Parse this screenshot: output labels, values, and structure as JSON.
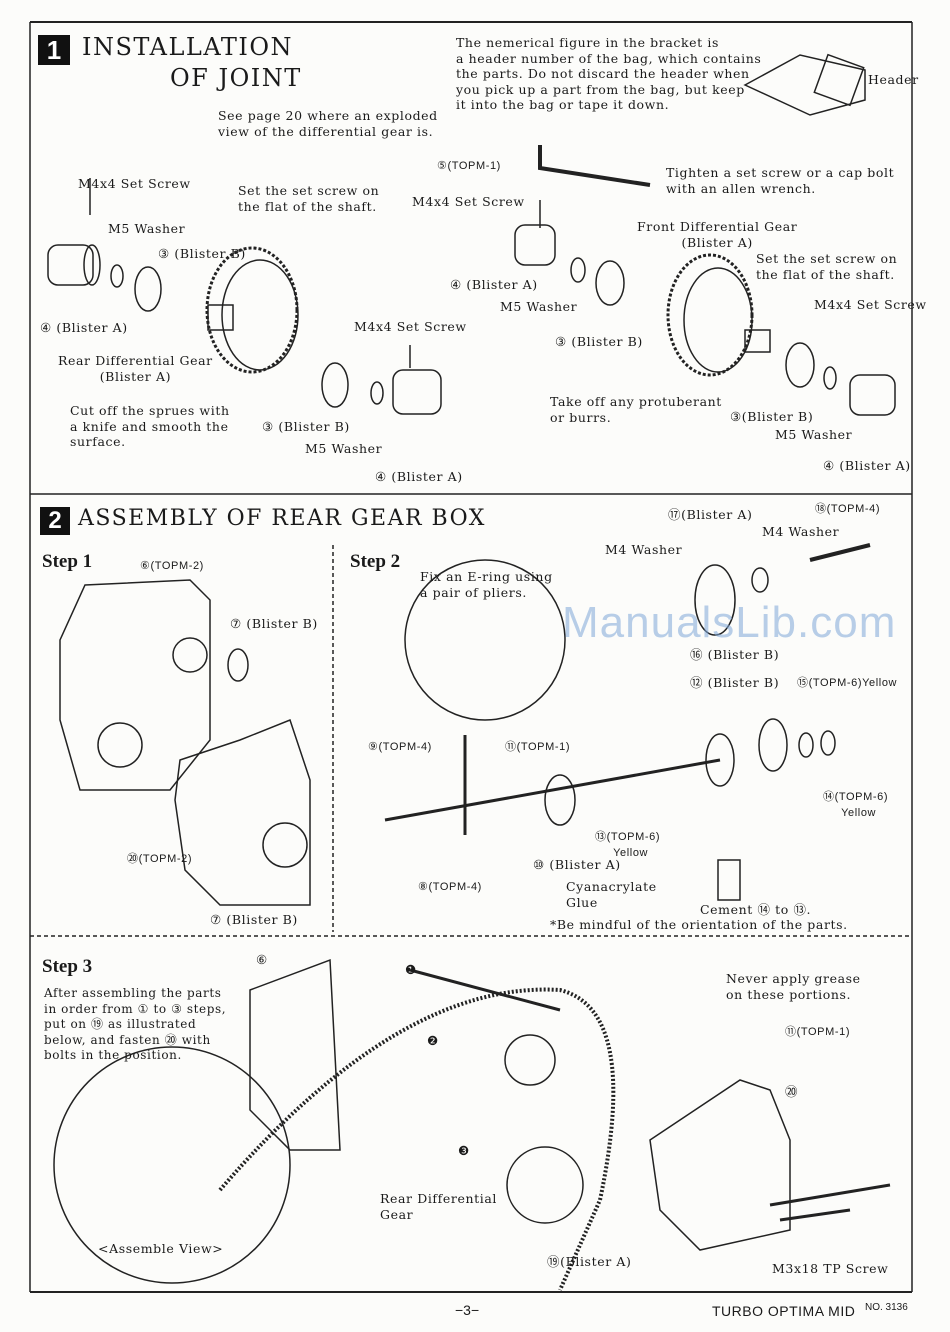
{
  "section1": {
    "number": "1",
    "title_line1": "INSTALLATION",
    "title_line2": "OF JOINT",
    "see_page_note": "See page 20 where an exploded\nview of the differential gear is.",
    "bag_note": "The nemerical figure in the bracket is\na header number of the bag, which contains\nthe parts. Do not discard the header when\nyou pick up a part from the bag, but keep\nit into the bag or tape it down.",
    "header_label": "Header",
    "wrench_label": "⑤(TOPM-1)",
    "wrench_note": "Tighten a set screw or a cap bolt\nwith an allen wrench.",
    "rear": {
      "set_screw_1": "M4x4 Set Screw",
      "set_screw_note": "Set the set screw on\nthe flat of the shaft.",
      "washer_1": "M5 Washer",
      "bearing_1": "③ (Blister B)",
      "joint_1": "④ (Blister A)",
      "gear": "Rear Differential Gear\n(Blister A)",
      "set_screw_2": "M4x4 Set Screw",
      "sprue_note": "Cut off the sprues with\na knife and smooth the\nsurface.",
      "bearing_2": "③ (Blister B)",
      "washer_2": "M5 Washer",
      "joint_2": "④ (Blister A)"
    },
    "front": {
      "set_screw_1": "M4x4 Set Screw",
      "gear": "Front Differential Gear\n(Blister A)",
      "joint_1": "④ (Blister A)",
      "washer_1": "M5 Washer",
      "set_screw_note": "Set the set screw on\nthe flat of the shaft.",
      "set_screw_2": "M4x4 Set Screw",
      "bearing_1": "③ (Blister B)",
      "burr_note": "Take off any protuberant\nor burrs.",
      "bearing_2": "③(Blister B)",
      "washer_2": "M5 Washer",
      "joint_2": "④ (Blister A)"
    }
  },
  "section2": {
    "number": "2",
    "title": "ASSEMBLY OF REAR GEAR BOX",
    "step1": {
      "label": "Step 1",
      "part6": "⑥(TOPM-2)",
      "part7a": "⑦ (Blister B)",
      "part20": "⑳(TOPM-2)",
      "part7b": "⑦ (Blister B)"
    },
    "step2": {
      "label": "Step 2",
      "ering_note": "Fix an E-ring using\na pair of pliers.",
      "part17": "⑰(Blister A)",
      "part18": "⑱(TOPM-4)",
      "m4_washer_1": "M4 Washer",
      "m4_washer_2": "M4 Washer",
      "part16": "⑯ (Blister B)",
      "part12": "⑫ (Blister B)",
      "part15": "⑮(TOPM-6)Yellow",
      "part9": "⑨(TOPM-4)",
      "part11": "⑪(TOPM-1)",
      "part14": "⑭(TOPM-6)\n     Yellow",
      "part13": "⑬(TOPM-6)\n     Yellow",
      "part10": "⑩ (Blister A)",
      "part8": "⑧(TOPM-4)",
      "glue": "Cyanacrylate\nGlue",
      "cement": "Cement ⑭ to ⑬.",
      "orientation": "*Be mindful of the orientation of the parts."
    },
    "step3": {
      "label": "Step 3",
      "instructions": "After assembling the parts\nin order from ① to ③ steps,\nput on ⑲ as illustrated\nbelow, and fasten ⑳ with\nbolts in the position.",
      "assemble_view": "<Assemble View>",
      "part6": "⑥",
      "grease_note": "Never apply grease\non these portions.",
      "part11": "⑪(TOPM-1)",
      "part20": "⑳",
      "callouts": [
        "❶",
        "❷",
        "❸"
      ],
      "rear_diff": "Rear Differential\nGear",
      "part19": "⑲(Blister A)",
      "screw": "M3x18 TP Screw"
    }
  },
  "watermark": "ManualsLib.com",
  "footer": {
    "page": "−3−",
    "model": "TURBO OPTIMA MID",
    "number": "NO. 3136"
  }
}
